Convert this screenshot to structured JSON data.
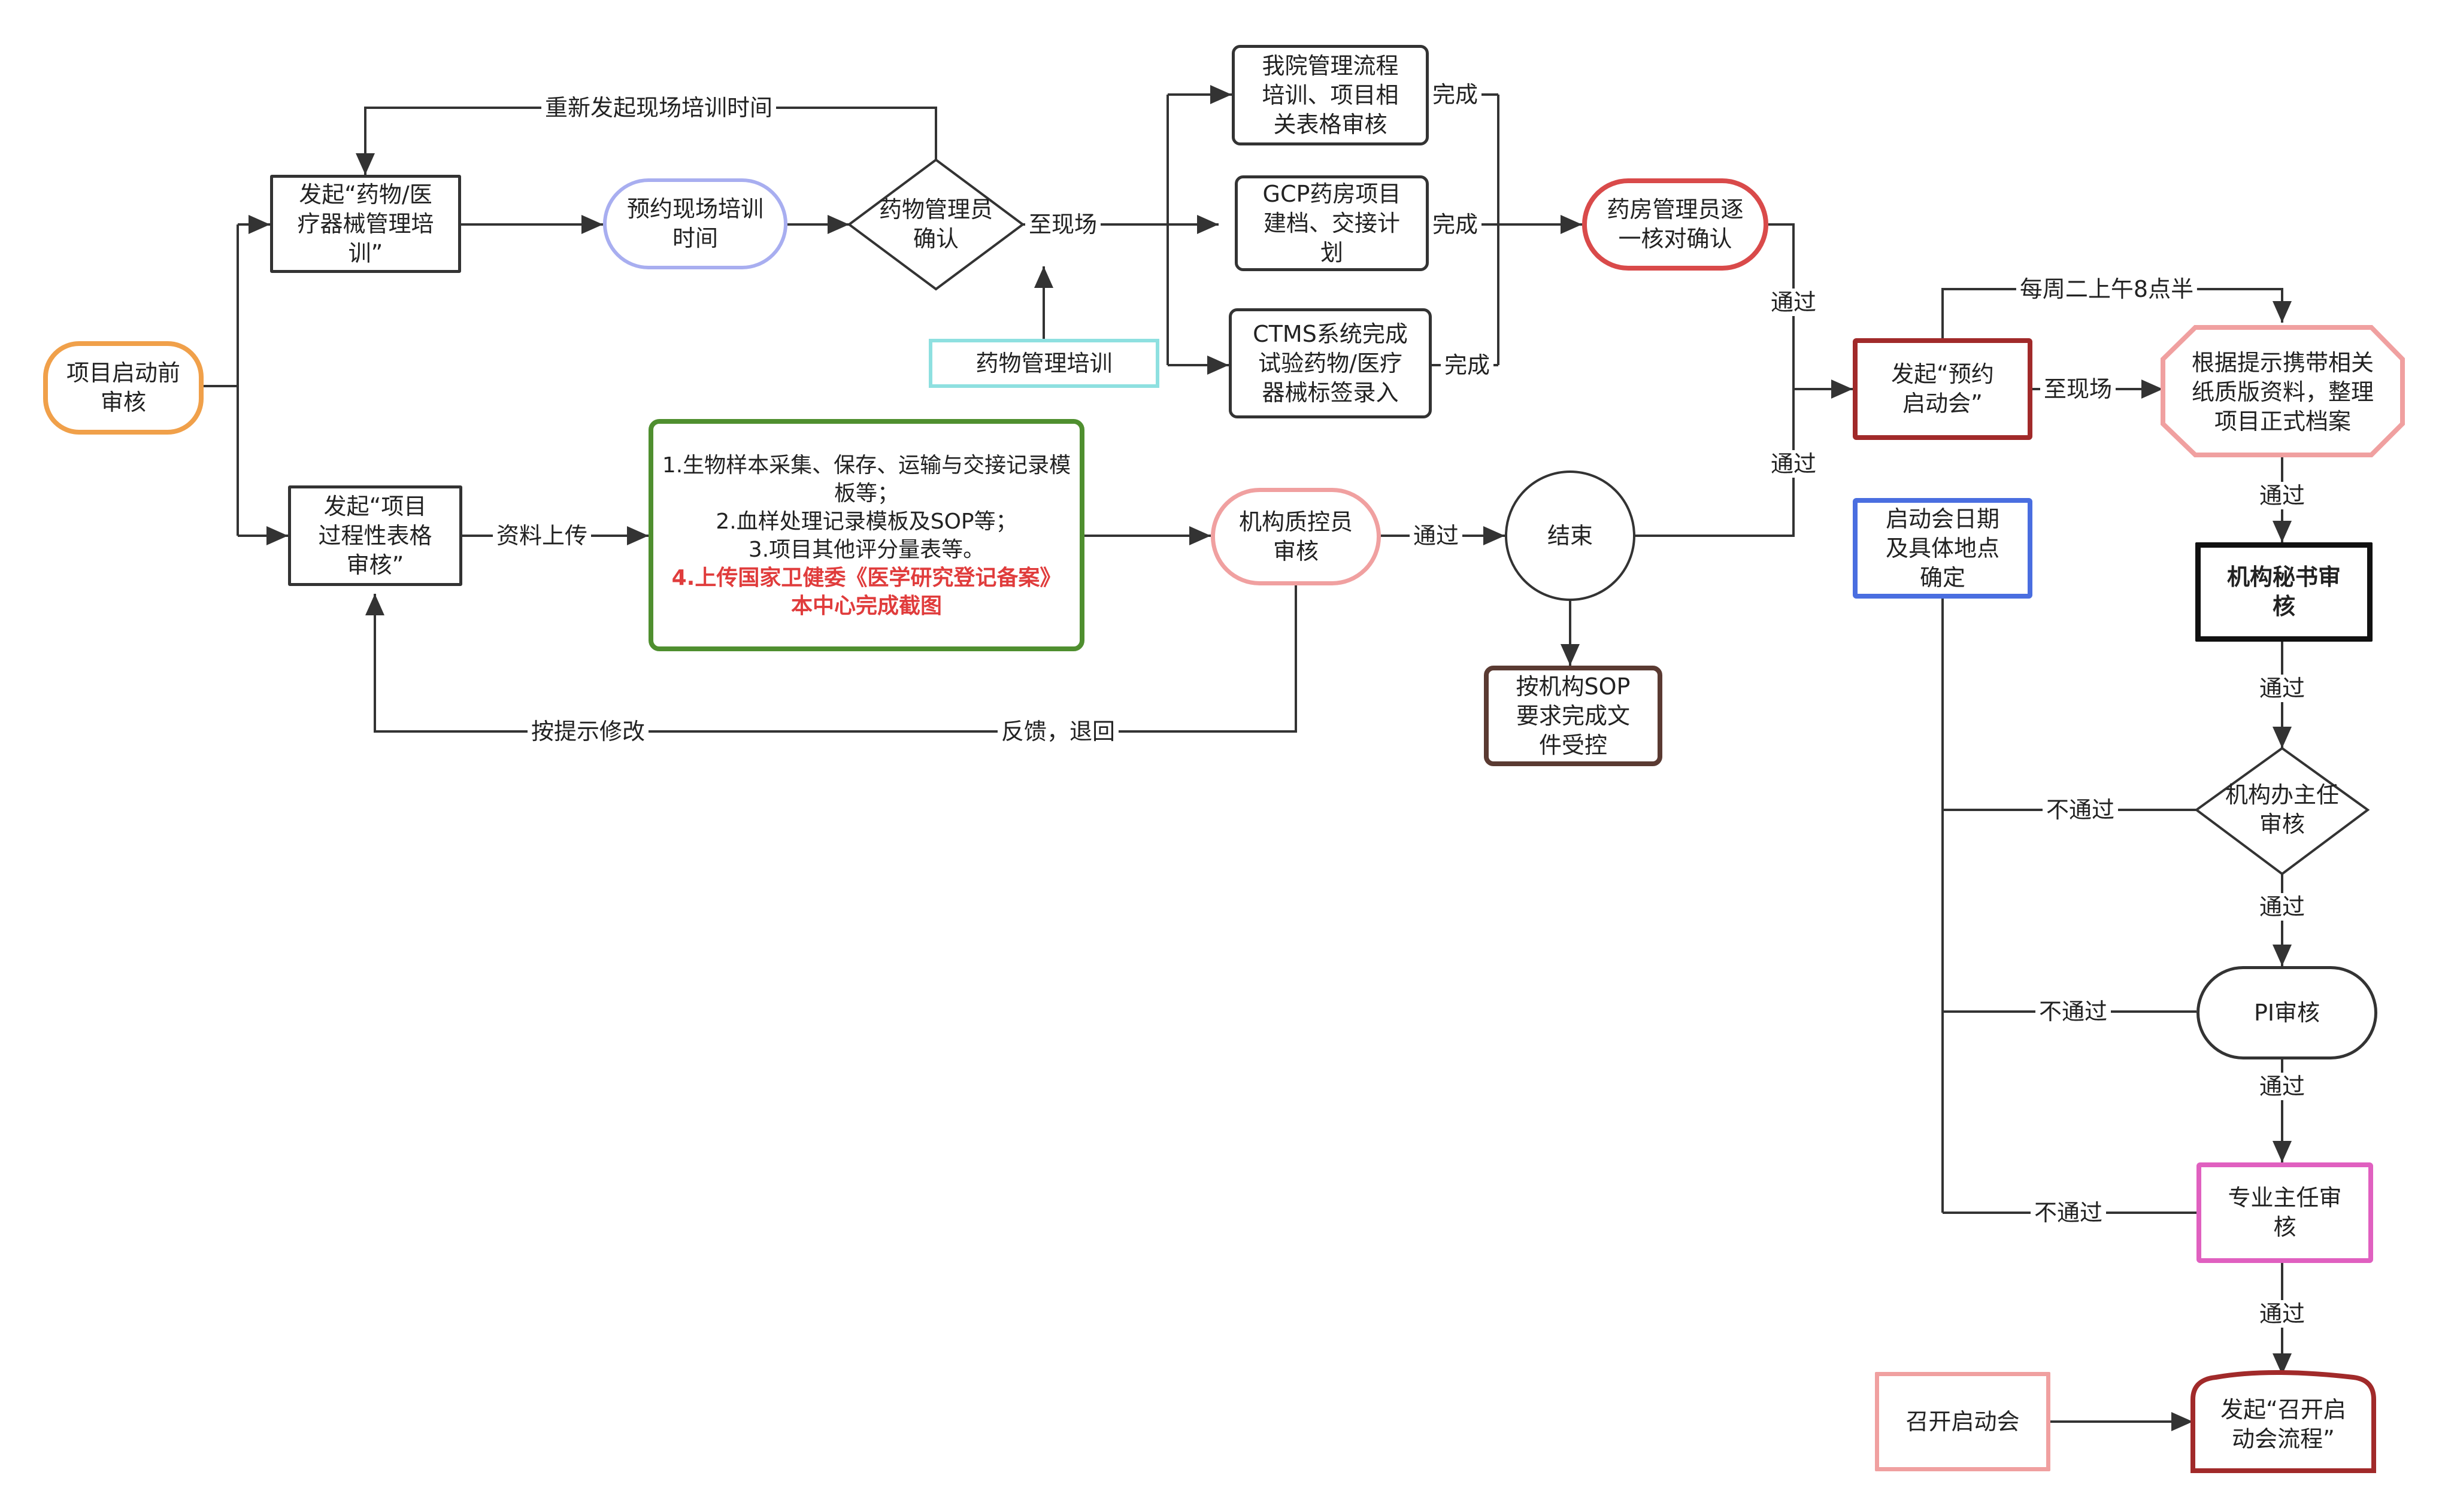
{
  "colors": {
    "line": "#333333",
    "orange": "#f0a04a",
    "purple": "#a8aef0",
    "cyan": "#8ee0e0",
    "green": "#4f8f2f",
    "pink": "#f0a0a0",
    "red": "#d94a4a",
    "brown": "#5a3a32",
    "darkred": "#a12a2a",
    "blue": "#4a6ee0",
    "magenta": "#e060c0",
    "emphasis": "#e03c3c"
  },
  "nodes": {
    "pre_review": "项目启动前\n审核",
    "drug_training_initiate": "发起“药物/医\n疗器械管理培\n训”",
    "book_training_time": "预约现场培训\n时间",
    "admin_confirm": "药物管理员\n确认",
    "drug_training": "药物管理培训",
    "process_training": "我院管理流程\n培训、项目相\n关表格审核",
    "gcp_pharmacy": "GCP药房项目\n建档、交接计\n划",
    "ctms_entry": "CTMS系统完成\n试验药物/医疗\n器械标签录入",
    "pharmacy_admin_check": "药房管理员逐\n一核对确认",
    "process_form_review": "发起“项目\n过程性表格\n审核”",
    "upload_items": [
      "1.生物样本采集、保存、运输与交接记录模板等；",
      "2.血样处理记录模板及SOP等；",
      "3.项目其他评分量表等。"
    ],
    "upload_highlight": "4.上传国家卫健委《医学研究登记备案》本中心完成截图",
    "qc_review": "机构质控员\n审核",
    "end": "结束",
    "sop_control": "按机构SOP\n要求完成文\n件受控",
    "book_kickoff": "发起“预约\n启动会”",
    "kickoff_date": "启动会日期\n及具体地点\n确定",
    "archive": "根据提示携带相关\n纸质版资料，整理\n项目正式档案",
    "secretary_review": "机构秘书审\n核",
    "director_review": "机构办主任\n审核",
    "pi_review": "PI审核",
    "specialty_review": "专业主任审\n核",
    "hold_kickoff": "召开启动会",
    "kickoff_process": "发起“召开启\n动会流程”"
  },
  "edge_labels": {
    "retrain": "重新发起现场培训时间",
    "to_site_1": "至现场",
    "done_1": "完成",
    "done_2": "完成",
    "done_3": "完成",
    "pass_pharmacy": "通过",
    "upload": "资料上传",
    "pass_qc": "通过",
    "pass_end": "通过",
    "revise": "按提示修改",
    "feedback": "反馈，退回",
    "weekly": "每周二上午8点半",
    "to_site_2": "至现场",
    "pass_archive": "通过",
    "pass_secretary": "通过",
    "fail_director": "不通过",
    "pass_director": "通过",
    "fail_pi": "不通过",
    "pass_pi": "通过",
    "fail_specialty": "不通过",
    "pass_specialty": "通过"
  }
}
